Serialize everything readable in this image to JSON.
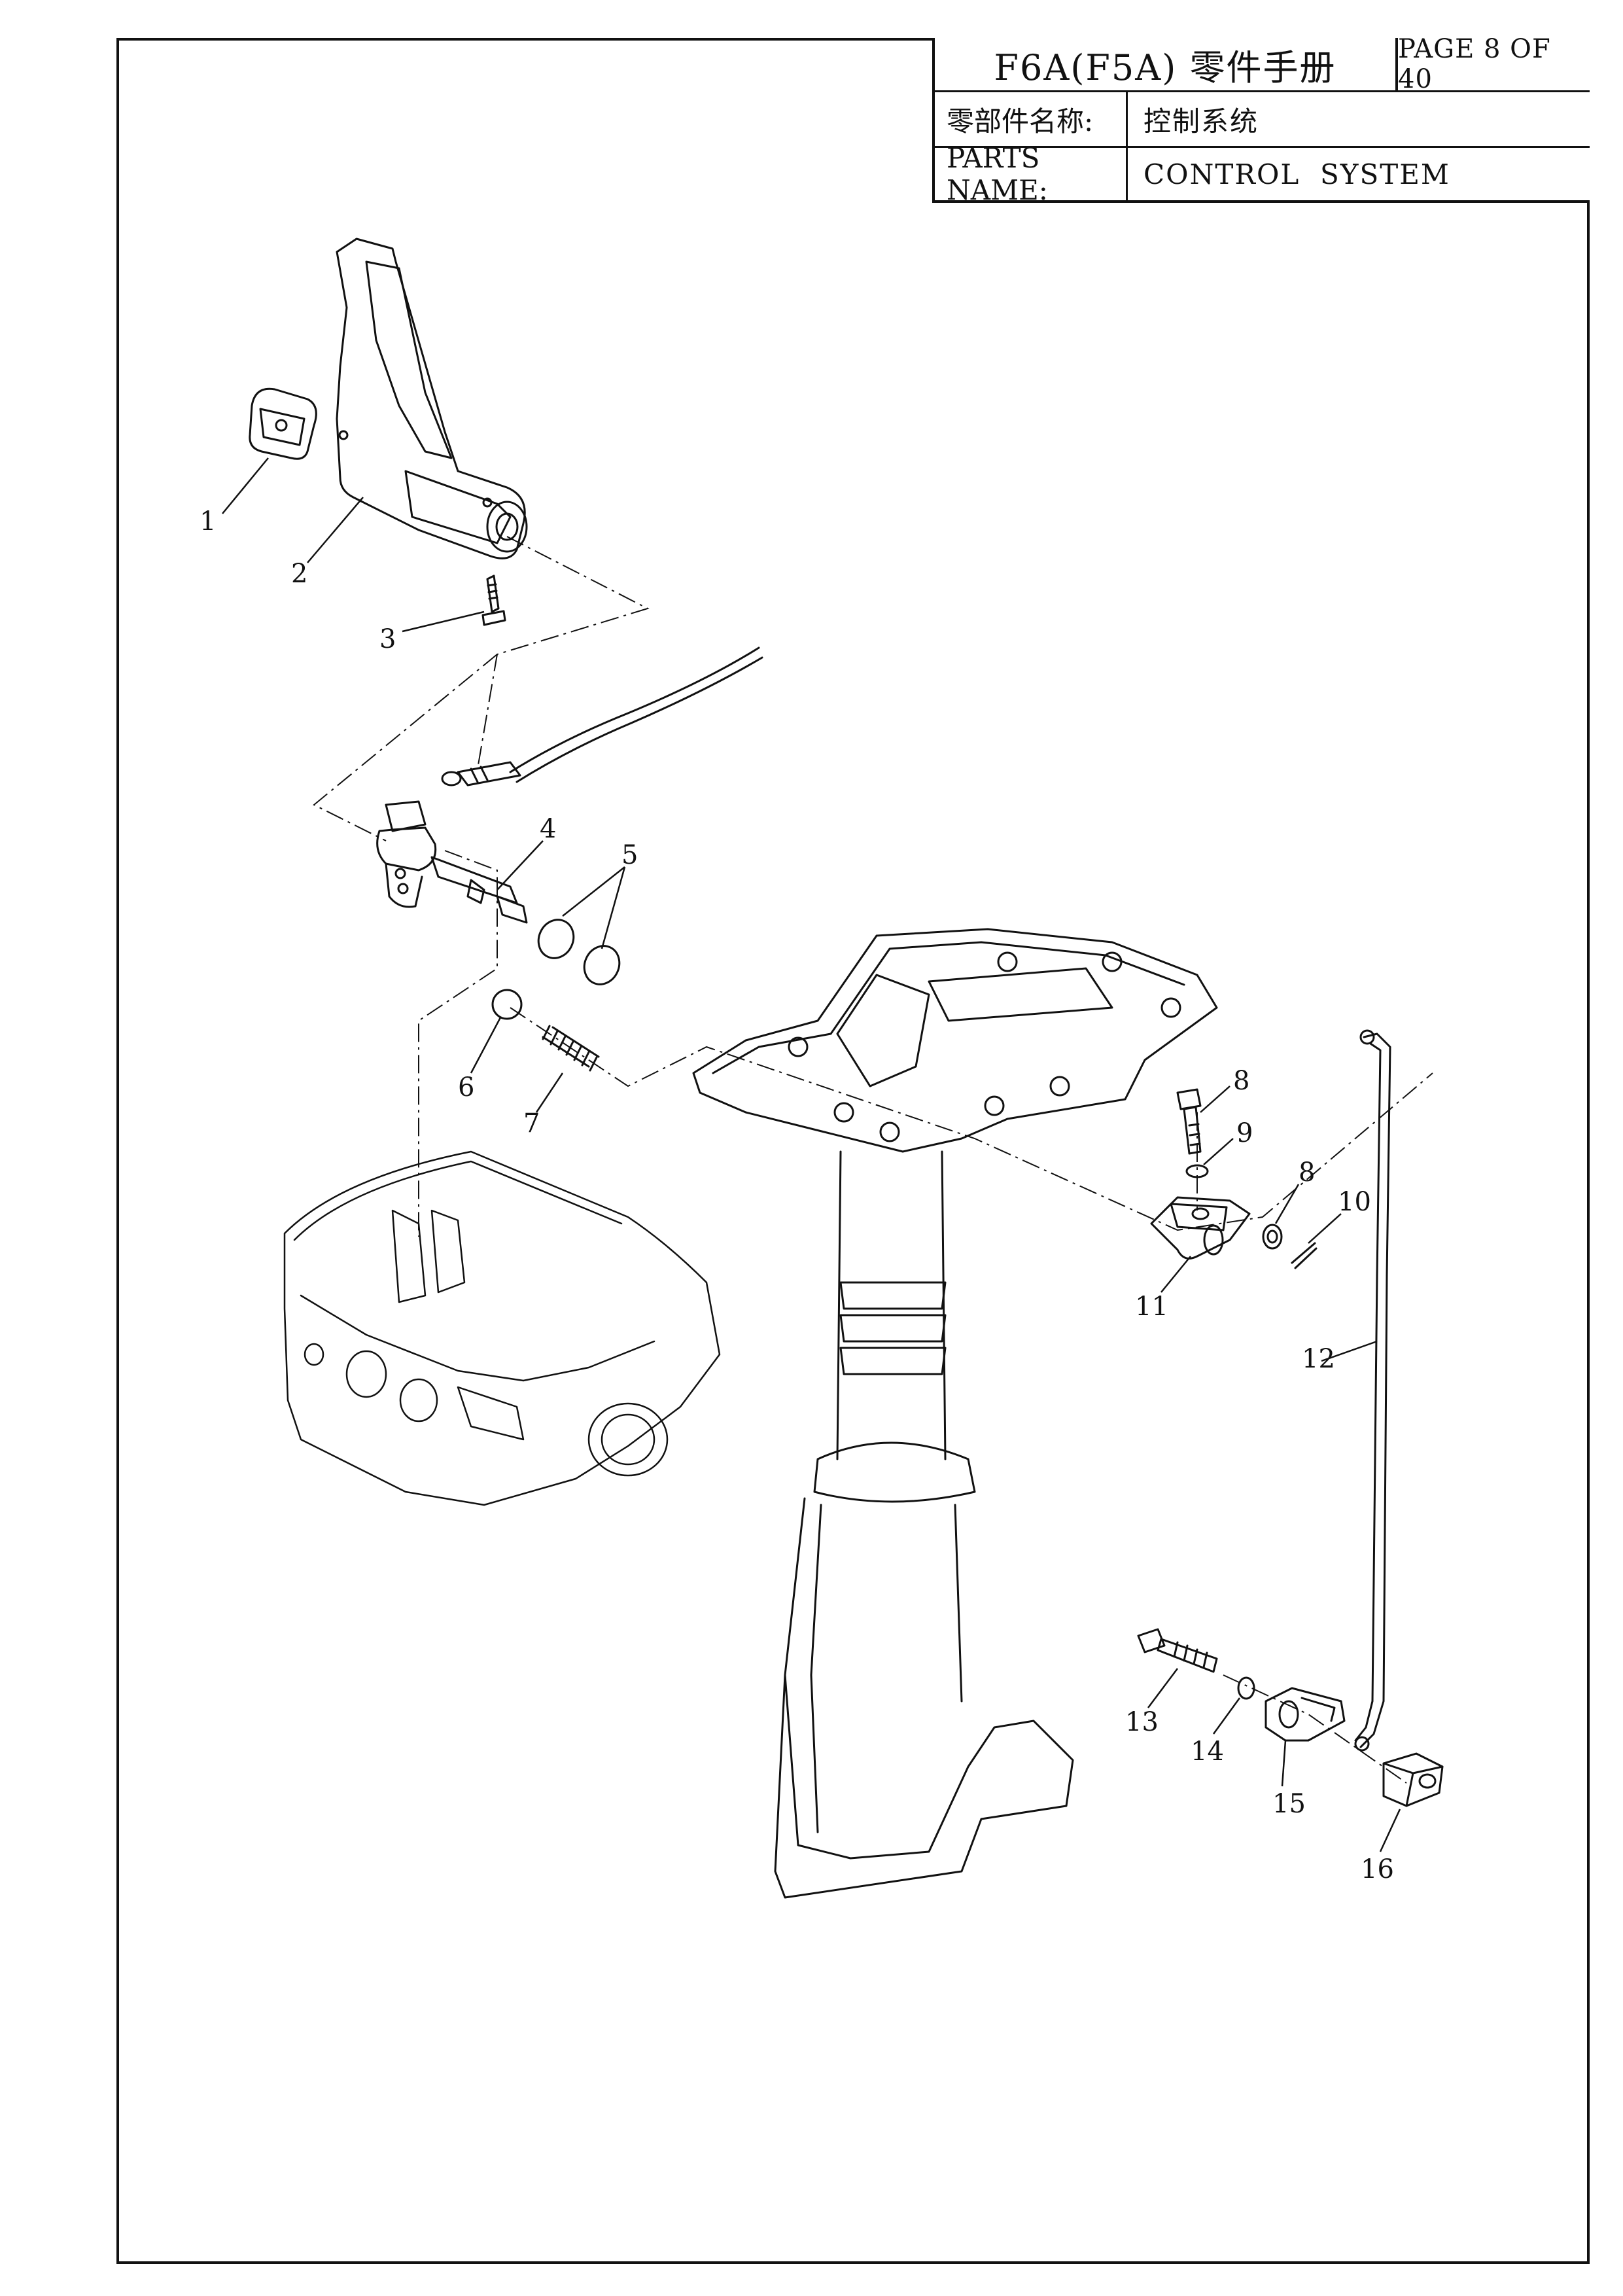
{
  "title_block": {
    "title": "F6A(F5A) 零件手册",
    "page": "PAGE 8 OF 40",
    "name_label_cn": "零部件名称:",
    "name_value_cn": "控制系统",
    "name_label_en": "PARTS NAME:",
    "name_value_en": "CONTROL  SYSTEM"
  },
  "callouts": [
    "1",
    "2",
    "3",
    "4",
    "5",
    "6",
    "7",
    "8",
    "9",
    "8",
    "10",
    "11",
    "12",
    "13",
    "14",
    "15",
    "16"
  ]
}
